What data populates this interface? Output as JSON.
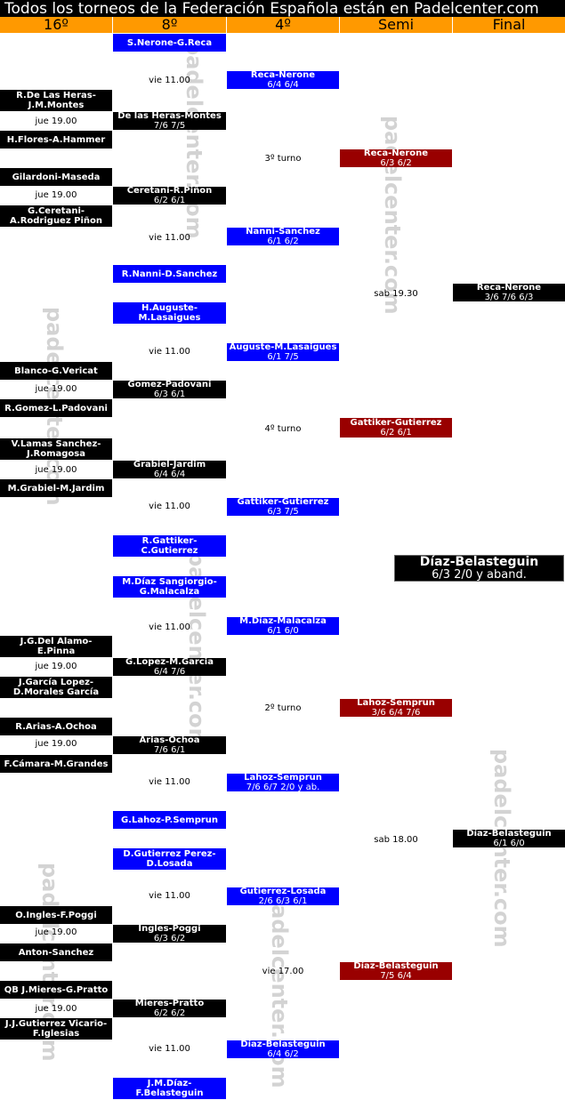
{
  "title": "Todos los torneos de la Federación Española están en Padelcenter.com",
  "watermark": "padelcenter.com",
  "colors": {
    "header": "#ff9900",
    "blue": "#0000ff",
    "black": "#000000",
    "red": "#990000"
  },
  "rounds": [
    "16º",
    "8º",
    "4º",
    "Semi",
    "Final"
  ],
  "entries": {
    "r16": [
      {
        "k": "box",
        "c": "black",
        "a": "R.De Las Heras-",
        "b": "J.M.Montes"
      },
      {
        "k": "time",
        "a": "jue 19.00"
      },
      {
        "k": "box",
        "c": "black",
        "a": "H.Flores-A.Hammer"
      },
      {
        "k": "box",
        "c": "black",
        "a": "Gilardoni-Maseda"
      },
      {
        "k": "time",
        "a": "jue 19.00"
      },
      {
        "k": "box",
        "c": "black",
        "a": "G.Ceretani-",
        "b": "A.Rodriguez Piñon"
      },
      {
        "k": "box",
        "c": "black",
        "a": "Blanco-G.Vericat"
      },
      {
        "k": "time",
        "a": "jue 19.00"
      },
      {
        "k": "box",
        "c": "black",
        "a": "R.Gomez-L.Padovani"
      },
      {
        "k": "box",
        "c": "black",
        "a": "V.Lamas Sanchez-",
        "b": "J.Romagosa"
      },
      {
        "k": "time",
        "a": "jue 19.00"
      },
      {
        "k": "box",
        "c": "black",
        "a": "M.Grabiel-M.Jardim"
      },
      {
        "k": "box",
        "c": "black",
        "a": "J.G.Del Alamo-",
        "b": "E.Pinna"
      },
      {
        "k": "time",
        "a": "jue 19.00"
      },
      {
        "k": "box",
        "c": "black",
        "a": "J.García Lopez-",
        "b": "D.Morales García"
      },
      {
        "k": "box",
        "c": "black",
        "a": "R.Arias-A.Ochoa"
      },
      {
        "k": "time",
        "a": "jue 19.00"
      },
      {
        "k": "box",
        "c": "black",
        "a": "F.Cámara-M.Grandes"
      },
      {
        "k": "box",
        "c": "black",
        "a": "O.Ingles-F.Poggi"
      },
      {
        "k": "time",
        "a": "jue 19.00"
      },
      {
        "k": "box",
        "c": "black",
        "a": "Anton-Sanchez"
      },
      {
        "k": "box",
        "c": "black",
        "a": "QB J.Mieres-G.Pratto"
      },
      {
        "k": "time",
        "a": "jue 19.00"
      },
      {
        "k": "box",
        "c": "black",
        "a": "J.J.Gutierrez Vicario-",
        "b": "F.Iglesias"
      }
    ],
    "r8": [
      {
        "k": "box",
        "c": "blue",
        "a": "S.Nerone-G.Reca"
      },
      {
        "k": "time",
        "a": "vie 11.00"
      },
      {
        "k": "box",
        "c": "black",
        "a": "De las Heras-Montes",
        "s": "7/6 7/5"
      },
      {
        "k": "box",
        "c": "black",
        "a": "Ceretani-R.Piñon",
        "s": "6/2 6/1"
      },
      {
        "k": "time",
        "a": "vie 11.00"
      },
      {
        "k": "box",
        "c": "blue",
        "a": "R.Nanni-D.Sanchez"
      },
      {
        "k": "box",
        "c": "blue",
        "a": "H.Auguste-",
        "b": "M.Lasaigues"
      },
      {
        "k": "time",
        "a": "vie 11.00"
      },
      {
        "k": "box",
        "c": "black",
        "a": "Gomez-Padovani",
        "s": "6/3 6/1"
      },
      {
        "k": "box",
        "c": "black",
        "a": "Grabiel-Jardim",
        "s": "6/4 6/4"
      },
      {
        "k": "time",
        "a": "vie 11.00"
      },
      {
        "k": "box",
        "c": "blue",
        "a": "R.Gattiker-",
        "b": "C.Gutierrez"
      },
      {
        "k": "box",
        "c": "blue",
        "a": "M.Díaz Sangiorgio-",
        "b": "G.Malacalza"
      },
      {
        "k": "time",
        "a": "vie 11.00"
      },
      {
        "k": "box",
        "c": "black",
        "a": "G.Lopez-M.Garcia",
        "s": "6/4 7/6"
      },
      {
        "k": "box",
        "c": "black",
        "a": "Arias-Ochoa",
        "s": "7/6 6/1"
      },
      {
        "k": "time",
        "a": "vie 11.00"
      },
      {
        "k": "box",
        "c": "blue",
        "a": "G.Lahoz-P.Semprun"
      },
      {
        "k": "box",
        "c": "blue",
        "a": "D.Gutierrez Perez-",
        "b": "D.Losada"
      },
      {
        "k": "time",
        "a": "vie 11.00"
      },
      {
        "k": "box",
        "c": "black",
        "a": "Ingles-Poggi",
        "s": "6/3 6/2"
      },
      {
        "k": "box",
        "c": "black",
        "a": "Mieres-Pratto",
        "s": "6/2 6/2"
      },
      {
        "k": "time",
        "a": "vie 11.00"
      },
      {
        "k": "box",
        "c": "blue",
        "a": "J.M.Díaz-",
        "b": "F.Belasteguin"
      }
    ],
    "r4": [
      {
        "k": "box",
        "c": "blue",
        "a": "Reca-Nerone",
        "s": "6/4 6/4"
      },
      {
        "k": "time",
        "a": "3º turno"
      },
      {
        "k": "box",
        "c": "blue",
        "a": "Nanni-Sanchez",
        "s": "6/1 6/2"
      },
      {
        "k": "box",
        "c": "blue",
        "a": "Auguste-M.Lasaigues",
        "s": "6/1 7/5"
      },
      {
        "k": "time",
        "a": "4º turno"
      },
      {
        "k": "box",
        "c": "blue",
        "a": "Gattiker-Gutierrez",
        "s": "6/3 7/5"
      },
      {
        "k": "box",
        "c": "blue",
        "a": "M.Díaz-Malacalza",
        "s": "6/1 6/0"
      },
      {
        "k": "time",
        "a": "2º turno"
      },
      {
        "k": "box",
        "c": "blue",
        "a": "Lahoz-Semprun",
        "s": "7/6 6/7 2/0 y ab."
      },
      {
        "k": "box",
        "c": "blue",
        "a": "Gutierrez-Losada",
        "s": "2/6 6/3 6/1"
      },
      {
        "k": "time",
        "a": "vie 17.00"
      },
      {
        "k": "box",
        "c": "blue",
        "a": "Díaz-Belasteguin",
        "s": "6/4 6/2"
      }
    ],
    "semi": [
      {
        "k": "box",
        "c": "red",
        "a": "Reca-Nerone",
        "s": "6/3 6/2"
      },
      {
        "k": "time",
        "a": "sab 19.30"
      },
      {
        "k": "box",
        "c": "red",
        "a": "Gattiker-Gutierrez",
        "s": "6/2 6/1"
      },
      {
        "k": "box",
        "c": "red",
        "a": "Lahoz-Semprun",
        "s": "3/6 6/4 7/6"
      },
      {
        "k": "time",
        "a": "sab 18.00"
      },
      {
        "k": "box",
        "c": "red",
        "a": "Díaz-Belasteguin",
        "s": "7/5 6/4"
      }
    ],
    "final": [
      {
        "k": "box",
        "c": "black",
        "a": "Reca-Nerone",
        "s": "3/6 7/6 6/3"
      },
      {
        "k": "box",
        "c": "black",
        "a": "Díaz-Belasteguin",
        "s": "6/1 6/0"
      }
    ]
  },
  "champion": {
    "name": "Díaz-Belasteguin",
    "score": "6/3 2/0  y aband."
  }
}
